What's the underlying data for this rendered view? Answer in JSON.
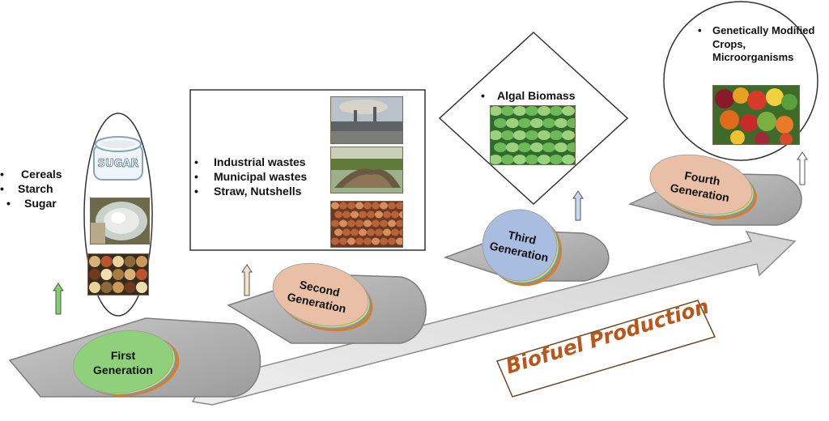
{
  "title": "Biofuel Production",
  "generations": [
    {
      "label": "First Generation",
      "feedstocks": [
        "Cereals",
        "Starch",
        "Sugar"
      ],
      "color": "#8fd17a",
      "arrow_color": "#7fd06b"
    },
    {
      "label": "Second Generation",
      "feedstocks": [
        "Industrial wastes",
        "Municipal wastes",
        "Straw, Nutshells"
      ],
      "color": "#e9bfa6",
      "arrow_color": "#f3e2cf"
    },
    {
      "label": "Third Generation",
      "feedstocks": [
        "Algal Biomass"
      ],
      "color": "#a9bde0",
      "arrow_color": "#c8d8ef"
    },
    {
      "label": "Fourth Generation",
      "feedstocks": [
        "Genetically Modified Crops, Microorganisms"
      ],
      "color": "#e9bfa6",
      "arrow_color": "#ffffff"
    }
  ],
  "images": [
    {
      "name": "sugar-jar-image",
      "text": "SUGAR"
    },
    {
      "name": "starch-powder-image"
    },
    {
      "name": "cereal-grains-image"
    },
    {
      "name": "industrial-waste-image"
    },
    {
      "name": "municipal-waste-image"
    },
    {
      "name": "nutshells-image"
    },
    {
      "name": "algae-image"
    },
    {
      "name": "vegetables-image"
    }
  ]
}
